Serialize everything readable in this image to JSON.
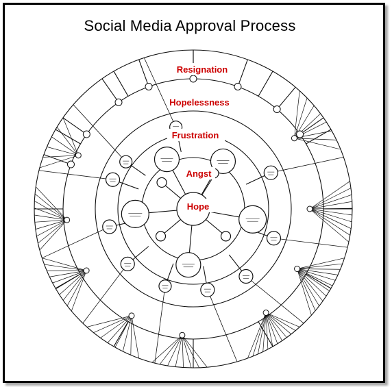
{
  "title": "Social Media Approval Process",
  "label_color": "#cc0000",
  "stages": [
    {
      "label": "Resignation"
    },
    {
      "label": "Hopelessness"
    },
    {
      "label": "Frustration"
    },
    {
      "label": "Angst"
    },
    {
      "label": "Hope"
    }
  ]
}
